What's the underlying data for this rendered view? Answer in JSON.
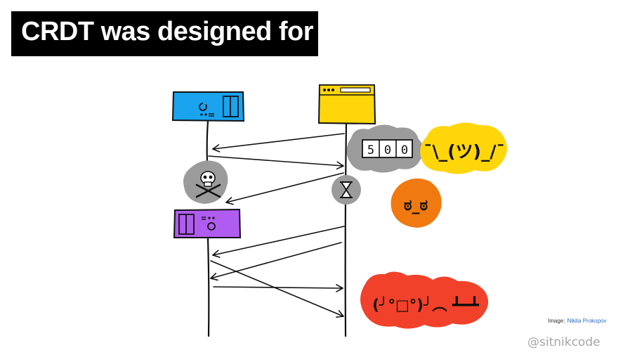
{
  "slide": {
    "title": "CRDT was designed for",
    "credit_label": "Image:",
    "credit_author": "Nikita Prokopov",
    "handle": "@sitnikcode"
  },
  "illustration": {
    "error_code": [
      "5",
      "0",
      "0"
    ],
    "shrug_face": "¯\\_(ツ)_/¯",
    "disapproval_face": "ಠ_ಠ",
    "table_flip_face": "(╯°□°)╯︵ ┻━┻",
    "colors": {
      "server_blue": "#1aa3ef",
      "browser_yellow": "#ffd60a",
      "server_purple": "#b15cf0",
      "cloud_gray": "#9b9b9b",
      "orange": "#f07a10",
      "red": "#f2412a",
      "yellow_blob": "#ffd60a"
    }
  }
}
